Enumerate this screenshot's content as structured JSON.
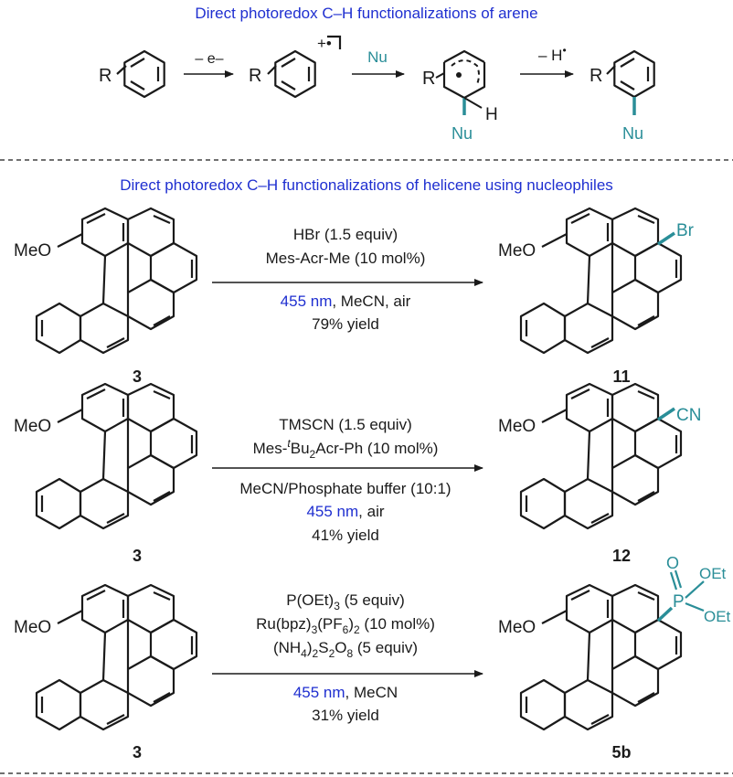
{
  "section1": {
    "heading": "Direct photoredox C–H functionalizations of arene",
    "step1": "– e–",
    "step2": "Nu",
    "step3": "– H",
    "step3_sup": "•",
    "radical_cation": "+•",
    "R": "R",
    "H": "H",
    "Nu": "Nu"
  },
  "section2": {
    "heading": "Direct photoredox C–H functionalizations of helicene using nucleophiles",
    "substituent": "MeO",
    "starting_label": "3",
    "reactions": [
      {
        "cond": [
          "HBr (1.5 equiv)",
          "Mes-Acr-Me (10 mol%)"
        ],
        "light": "455 nm",
        "light_rest": ", MeCN, air",
        "yield": "79% yield",
        "product_label": "11",
        "group": "Br"
      },
      {
        "cond": [
          "TMSCN (1.5 equiv)",
          "Mes-",
          "t",
          "Bu",
          "2",
          "Acr-Ph (10 mol%)"
        ],
        "solvent": "MeCN/Phosphate buffer (10:1)",
        "light": "455 nm",
        "light_rest": ", air",
        "yield": "41% yield",
        "product_label": "12",
        "group": "CN"
      },
      {
        "cond1": [
          "P(OEt)",
          "3",
          " (5 equiv)"
        ],
        "cond2": [
          "Ru(bpz)",
          "3",
          "(PF",
          "6",
          ")",
          "2",
          " (10 mol%)"
        ],
        "cond3": [
          "(NH",
          "4",
          ")",
          "2",
          "S",
          "2",
          "O",
          "8",
          " (5 equiv)"
        ],
        "light": "455 nm",
        "light_rest": ", MeCN",
        "yield": "31% yield",
        "product_label": "5b",
        "group_O": "O",
        "group_P": "P",
        "group_OEt1": "OEt",
        "group_OEt2": "OEt"
      }
    ]
  },
  "colors": {
    "blue": "#1f2fd0",
    "teal": "#2a8e98",
    "black": "#1a1a1a"
  }
}
